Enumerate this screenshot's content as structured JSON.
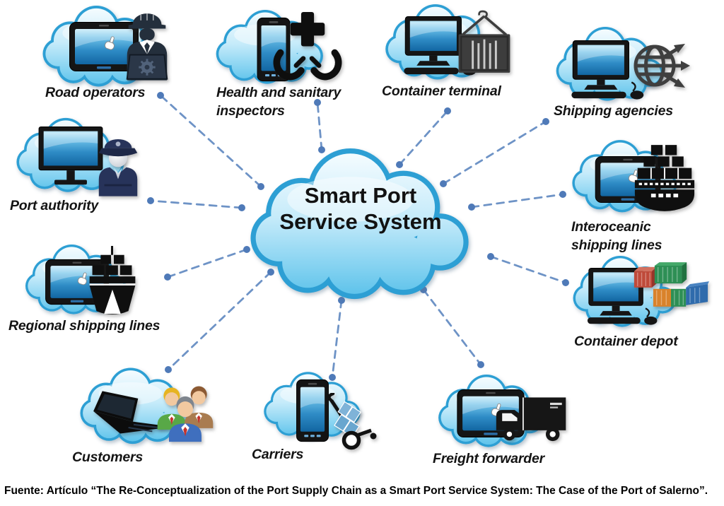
{
  "diagram": {
    "center": {
      "title": "Smart Port Service System"
    },
    "nodes": [
      {
        "id": "road-operators",
        "label": "Road operators",
        "device": "tablet-icon",
        "icon": "construction-worker-icon"
      },
      {
        "id": "health-sanitary-inspectors",
        "label": "Health and sanitary inspectors",
        "device": "smartphone-icon",
        "icon": "medical-cross-hands-icon"
      },
      {
        "id": "container-terminal",
        "label": "Container terminal",
        "device": "desktop-computer-icon",
        "icon": "crane-container-icon"
      },
      {
        "id": "shipping-agencies",
        "label": "Shipping agencies",
        "device": "desktop-computer-icon",
        "icon": "globe-arrows-icon"
      },
      {
        "id": "port-authority",
        "label": "Port authority",
        "device": "monitor-icon",
        "icon": "police-officer-icon"
      },
      {
        "id": "interoceanic-shipping-lines",
        "label": "Interoceanic shipping lines",
        "device": "tablet-icon",
        "icon": "container-ship-icon"
      },
      {
        "id": "regional-shipping-lines",
        "label": "Regional shipping lines",
        "device": "tablet-icon",
        "icon": "ship-icon"
      },
      {
        "id": "container-depot",
        "label": "Container depot",
        "device": "desktop-computer-icon",
        "icon": "container-stack-icon"
      },
      {
        "id": "customers",
        "label": "Customers",
        "device": "laptop-icon",
        "icon": "people-group-icon"
      },
      {
        "id": "carriers",
        "label": "Carriers",
        "device": "smartphone-icon",
        "icon": "hand-truck-icon"
      },
      {
        "id": "freight-forwarder",
        "label": "Freight forwarder",
        "device": "tablet-icon",
        "icon": "delivery-truck-icon"
      }
    ],
    "connections": [
      "road-operators",
      "health-sanitary-inspectors",
      "container-terminal",
      "shipping-agencies",
      "port-authority",
      "interoceanic-shipping-lines",
      "regional-shipping-lines",
      "container-depot",
      "customers",
      "carriers",
      "freight-forwarder"
    ],
    "caption": "Fuente: Artículo “The Re-Conceptualization of the Port Supply Chain as a Smart Port Service System: The Case of the Port of Salerno”.",
    "colors": {
      "cloud_border": "#2d9fd4",
      "cloud_fill_light": "#f8fdff",
      "cloud_fill_dark": "#55bfe9",
      "connector_dash": "#6e93c6",
      "connector_dot": "#4f7ab8",
      "label_text": "#141414"
    }
  }
}
